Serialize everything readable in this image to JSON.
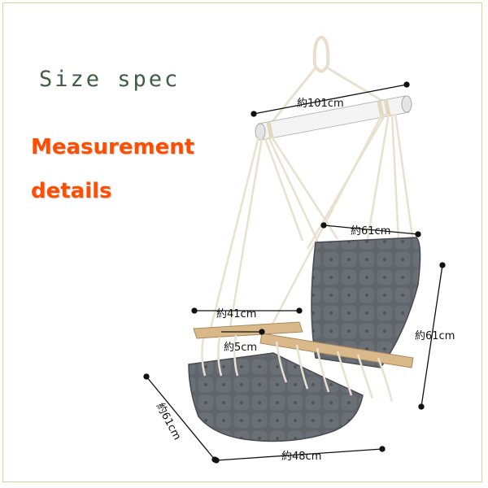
{
  "title": "Size spec",
  "headline": {
    "line1": "Measurement",
    "line2": "details"
  },
  "dimensions": {
    "bar_width": "約101cm",
    "back_width": "約61cm",
    "armrest_length": "約41cm",
    "armrest_width": "約5cm",
    "back_height": "約61cm",
    "seat_depth": "約61cm",
    "seat_width": "約48cm"
  },
  "colors": {
    "title": "#3d5e45",
    "headline": "#ff4e00",
    "fabric": "#5f6469",
    "rope": "#e9e1cf",
    "wood": "#d9b98a"
  }
}
